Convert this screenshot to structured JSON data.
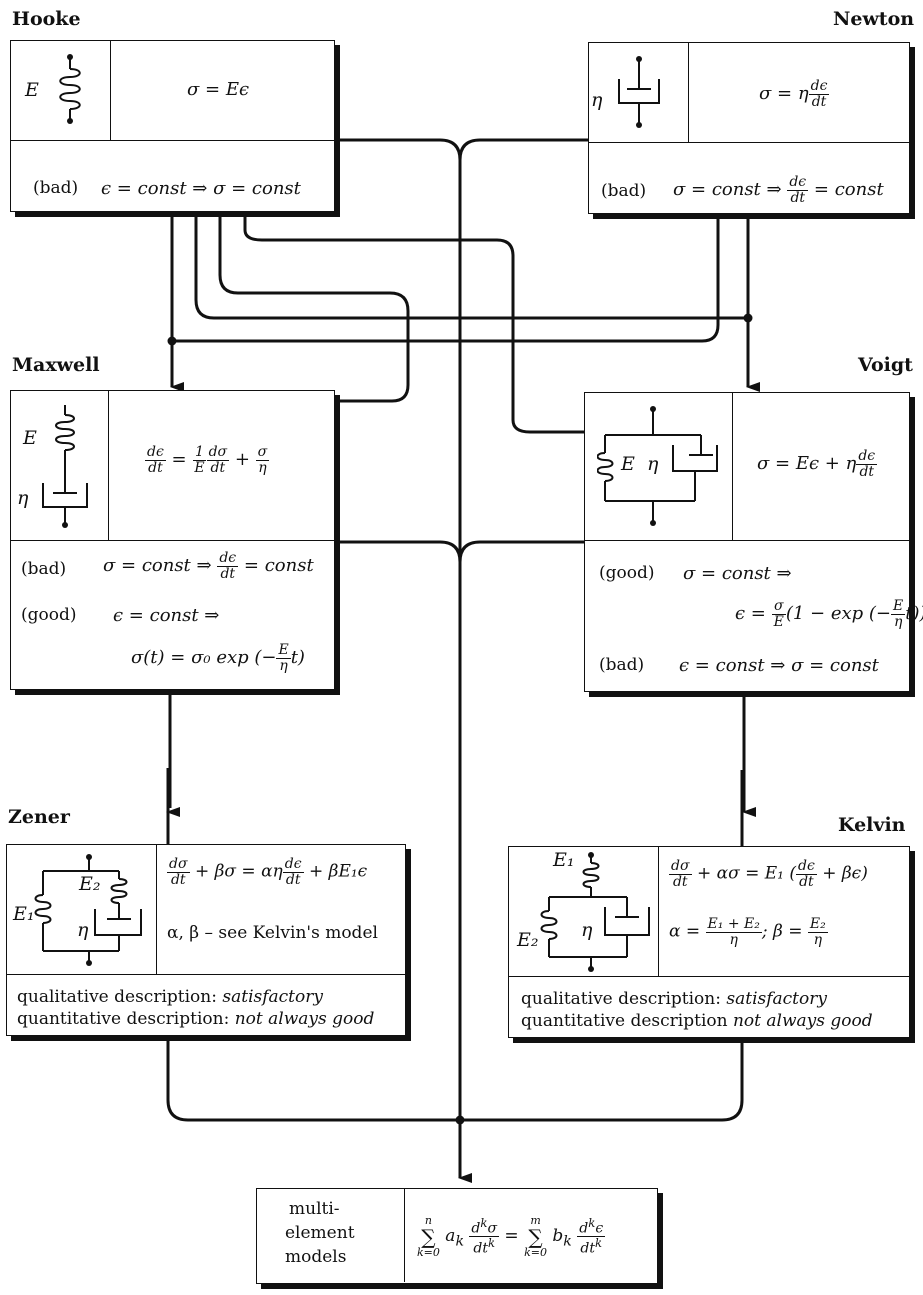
{
  "hooke": {
    "title": "Hooke",
    "element_label": "E",
    "constitutive_law": "σ = Eϵ",
    "rating": "(bad)",
    "behavior": "ϵ = const ⇒ σ = const"
  },
  "newton": {
    "title": "Newton",
    "element_label": "η",
    "constitutive_law_lhs": "σ = η",
    "rating": "(bad)",
    "behavior_lhs": "σ = const ⇒",
    "behavior_rhs": "= const"
  },
  "maxwell": {
    "title": "Maxwell",
    "spring_label": "E",
    "dashpot_label": "η",
    "law_rhs_plus": "+",
    "rating_1": "(bad)",
    "behavior_1_lhs": "σ = const ⇒",
    "behavior_1_rhs": "= const",
    "rating_2": "(good)",
    "behavior_2": "ϵ = const ⇒",
    "behavior_2_result": "σ(t) = σ₀ exp (−"
  },
  "voigt": {
    "title": "Voigt",
    "spring_label": "E",
    "dashpot_label": "η",
    "constitutive_law_lhs": "σ = Eϵ + η",
    "rating_1": "(good)",
    "behavior_1": "σ = const ⇒",
    "behavior_1_result_lhs": "ϵ =",
    "behavior_1_result_mid": "(1 − exp (−",
    "rating_2": "(bad)",
    "behavior_2": "ϵ = const ⇒ σ = const"
  },
  "zener": {
    "title": "Zener",
    "label_e1": "E₁",
    "label_e2": "E₂",
    "label_eta": "η",
    "law_mid": "+ βσ = αη",
    "law_end": "+ βE₁ϵ",
    "parameters_note": "α, β – see Kelvin's model",
    "qualitative_label": "qualitative description:",
    "qualitative_value": "satisfactory",
    "quantitative_label": "quantitative description:",
    "quantitative_value": "not always good"
  },
  "kelvin": {
    "title": "Kelvin",
    "label_e1": "E₁",
    "label_e2": "E₂",
    "label_eta": "η",
    "law_mid": "+ ασ = E₁ (",
    "law_end": "+ βϵ)",
    "alpha_lhs": "α =",
    "beta_lhs": "; β =",
    "qualitative_label": "qualitative description:",
    "qualitative_value": "satisfactory",
    "quantitative_label": "quantitative description",
    "quantitative_value": "not always good"
  },
  "multi_element": {
    "label_line1": "multi-",
    "label_line2": "element",
    "label_line3": "models"
  }
}
